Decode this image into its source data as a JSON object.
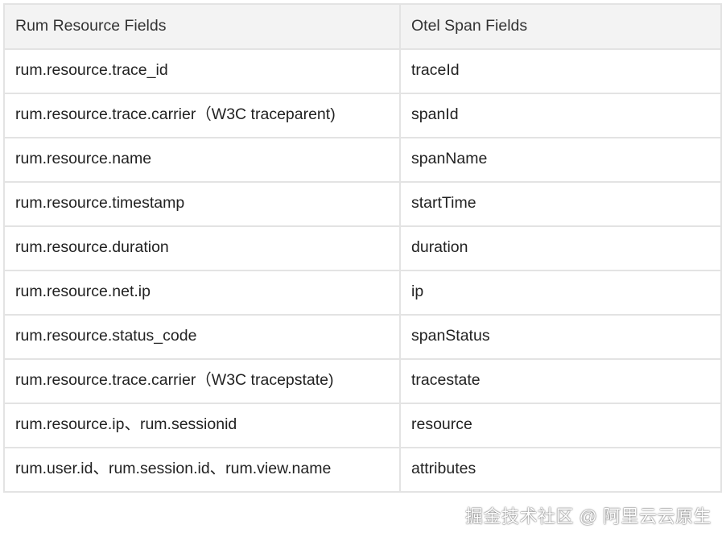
{
  "table": {
    "headers": [
      "Rum Resource Fields",
      "Otel Span Fields"
    ],
    "rows": [
      [
        "rum.resource.trace_id",
        "traceId"
      ],
      [
        "rum.resource.trace.carrier（W3C traceparent)",
        "spanId"
      ],
      [
        "rum.resource.name",
        "spanName"
      ],
      [
        "rum.resource.timestamp",
        "startTime"
      ],
      [
        "rum.resource.duration",
        "duration"
      ],
      [
        "rum.resource.net.ip",
        "ip"
      ],
      [
        "rum.resource.status_code",
        "spanStatus"
      ],
      [
        "rum.resource.trace.carrier（W3C tracepstate)",
        "tracestate"
      ],
      [
        "rum.resource.ip、rum.sessionid",
        "resource"
      ],
      [
        "rum.user.id、rum.session.id、rum.view.name",
        "attributes"
      ]
    ]
  },
  "watermark": "掘金技术社区 @ 阿里云云原生"
}
